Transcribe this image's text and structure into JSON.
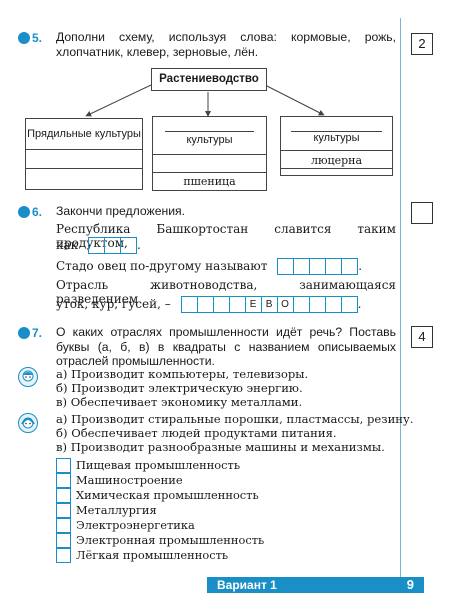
{
  "scores": {
    "q5": "2",
    "q6": "",
    "q7": "4"
  },
  "q5": {
    "number": "5.",
    "text": "Дополни схему, используя слова: кормовые, рожь, хлопчатник, клевер, зерновые, лён.",
    "diagram": {
      "root": "Растениеводство",
      "left": {
        "header": "Прядильные культуры",
        "rows": [
          "",
          ""
        ]
      },
      "middle": {
        "header": "культуры",
        "rows": [
          "",
          "пшеница"
        ]
      },
      "right": {
        "header": "культуры",
        "rows": [
          "люцерна",
          ""
        ]
      }
    }
  },
  "q6": {
    "number": "6.",
    "title": "Закончи предложения.",
    "s1a": "Республика Башкортостан славится таким продуктом,",
    "s1b": "как",
    "s2": "Стадо овец по-другому называют",
    "s3a": "Отрасль животноводства, занимающаяся разведением",
    "s3b": "уток, кур, гусей, –",
    "period": ".",
    "fixed_letters": [
      "Е",
      "В",
      "О"
    ]
  },
  "q7": {
    "number": "7.",
    "text": "О каких отраслях промышленности идёт речь? Поставь буквы (а, б, в) в квадраты с названием описываемых отраслей промышленности.",
    "group1": [
      "а) Производит компьютеры, телевизоры.",
      "б) Производит электрическую энергию.",
      "в) Обеспечивает экономику металлами."
    ],
    "group2": [
      "а) Производит стиральные порошки, пластмассы, резину.",
      "б) Обеспечивает людей продуктами питания.",
      "в) Производит разнообразные машины и механизмы."
    ],
    "answers": [
      "Пищевая промышленность",
      "Машиностроение",
      "Химическая промышленность",
      "Металлургия",
      "Электроэнергетика",
      "Электронная промышленность",
      "Лёгкая промышленность"
    ]
  },
  "footer": {
    "variant": "Вариант 1",
    "page": "9"
  },
  "colors": {
    "accent": "#1a8fc7",
    "line": "#7cb3d8"
  }
}
